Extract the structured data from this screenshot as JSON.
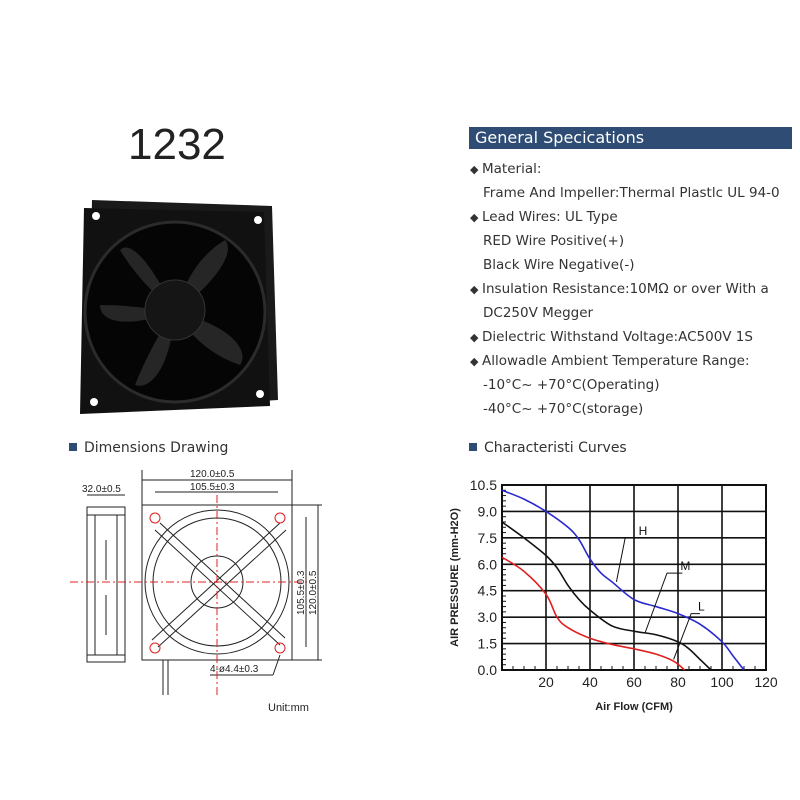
{
  "model": "1232",
  "specs": {
    "header": "General Specications",
    "lines": [
      {
        "bullet": true,
        "text": "Material:"
      },
      {
        "bullet": false,
        "text": "Frame And lmpeller:Thermal Plastlc UL 94-0"
      },
      {
        "bullet": true,
        "text": "Lead Wires: UL Type"
      },
      {
        "bullet": false,
        "text": "RED Wire Positive(+)"
      },
      {
        "bullet": false,
        "text": "Black Wire Negative(-)"
      },
      {
        "bullet": true,
        "text": "Insulation Resistance:10MΩ or over With a"
      },
      {
        "bullet": false,
        "text": "DC250V Megger"
      },
      {
        "bullet": true,
        "text": "Dielectric Withstand Voltage:AC500V 1S"
      },
      {
        "bullet": true,
        "text": "Allowadle Ambient Temperature Range:"
      },
      {
        "bullet": false,
        "text": "-10°C~ +70°C(Operating)"
      },
      {
        "bullet": false,
        "text": "-40°C~ +70°C(storage)"
      }
    ],
    "bullet_glyph": "◆"
  },
  "drawing": {
    "title": "Dimensions Drawing",
    "depth": "32.0±0.5",
    "width_outer": "120.0±0.5",
    "width_inner": "105.5±0.3",
    "height_inner": "105.5±0.3",
    "height_outer": "120.0±0.5",
    "holes": "4-ø4.4±0.3",
    "unit": "Unit:mm"
  },
  "curves_title": "Characteristi Curves",
  "colors": {
    "accent": "#2e4c74",
    "H": "#2a2ad0",
    "M": "#111111",
    "L": "#e02020",
    "centerline": "#e02020"
  },
  "chart_data": {
    "type": "line",
    "xlabel": "Air Flow (CFM)",
    "ylabel": "AIR PRESSURE (mm-H2O)",
    "xlim": [
      0,
      120
    ],
    "ylim": [
      0,
      10.5
    ],
    "xticks": [
      "20",
      "40",
      "60",
      "80",
      "100",
      "120"
    ],
    "yticks": [
      "0.0",
      "1.5",
      "3.0",
      "4.5",
      "6.0",
      "7.5",
      "9.0",
      "10.5"
    ],
    "grid": true,
    "series": [
      {
        "name": "H",
        "color": "#2a2ad0",
        "x": [
          0,
          10,
          20,
          30,
          35,
          40,
          45,
          50,
          60,
          70,
          80,
          90,
          100,
          105,
          110
        ],
        "y": [
          10.2,
          9.7,
          9.0,
          8.1,
          7.4,
          6.3,
          5.5,
          5.0,
          4.0,
          3.6,
          3.2,
          2.6,
          1.6,
          0.8,
          0
        ]
      },
      {
        "name": "M",
        "color": "#111111",
        "x": [
          0,
          10,
          20,
          25,
          30,
          35,
          40,
          50,
          60,
          70,
          80,
          85,
          90,
          95
        ],
        "y": [
          8.4,
          7.5,
          6.5,
          5.8,
          4.8,
          4.0,
          3.4,
          2.5,
          2.2,
          2.0,
          1.6,
          1.2,
          0.6,
          0
        ]
      },
      {
        "name": "L",
        "color": "#e02020",
        "x": [
          0,
          10,
          20,
          25,
          30,
          40,
          50,
          60,
          70,
          78,
          83
        ],
        "y": [
          6.4,
          5.6,
          4.3,
          3.0,
          2.4,
          1.8,
          1.45,
          1.2,
          0.9,
          0.5,
          0
        ]
      }
    ]
  }
}
